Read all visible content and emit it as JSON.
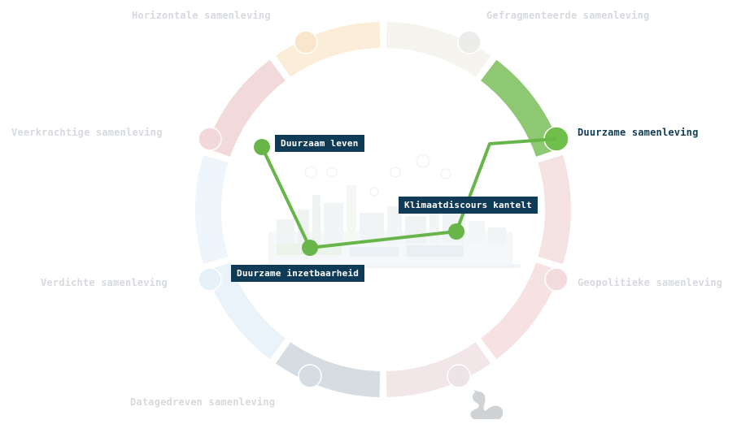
{
  "colors": {
    "ring_segments": [
      "#f6f4ef",
      "#8ec872",
      "#f5e3e3",
      "#f6e2e2",
      "#f3e6e8",
      "#d6dde2",
      "#eaf3fa",
      "#eef6fc",
      "#f3dada",
      "#fbedd7"
    ],
    "path_green": "#68b64a",
    "label_bg": "#0f3b57"
  },
  "scenarios": [
    {
      "id": "gefragmenteerd",
      "label": "Gefragmenteerde samenleving",
      "active": false
    },
    {
      "id": "duurzaam",
      "label": "Duurzame samenleving",
      "active": true
    },
    {
      "id": "geopolitiek",
      "label": "Geopolitieke samenleving",
      "active": false
    },
    {
      "id": "datagedreven",
      "label": "Datagedreven samenleving",
      "active": false
    },
    {
      "id": "verdicht",
      "label": "Verdichte samenleving",
      "active": false
    },
    {
      "id": "veerkrachtig",
      "label": "Veerkrachtige samenleving",
      "active": false
    },
    {
      "id": "horizontaal",
      "label": "Horizontale samenleving",
      "active": false
    }
  ],
  "path": {
    "labels": [
      "Duurzaam leven",
      "Duurzame inzetbaarheid",
      "Klimaatdiscours kantelt"
    ]
  },
  "logo": "swan-logo"
}
